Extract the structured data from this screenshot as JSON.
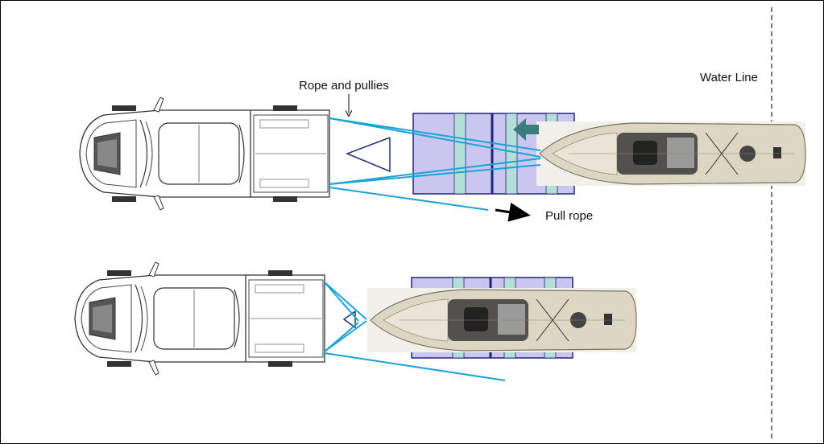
{
  "labels": {
    "rope_and_pullies": "Rope and pullies",
    "water_line": "Water Line",
    "pull_rope": "Pull rope"
  },
  "colors": {
    "rope": "#1aa3d6",
    "trailer_fill": "#c9c7ef",
    "trailer_stroke": "#22227a",
    "slat_fill": "#b4dfd9",
    "pulley_frame": "#26306e",
    "push_arrow": "#3e7c7c",
    "pull_arrow": "#000000",
    "kayak_hull": "#ddd6c3"
  },
  "icons": {
    "direction_arrow": "block-arrow-left-icon",
    "pull_arrow": "arrow-right-icon"
  }
}
